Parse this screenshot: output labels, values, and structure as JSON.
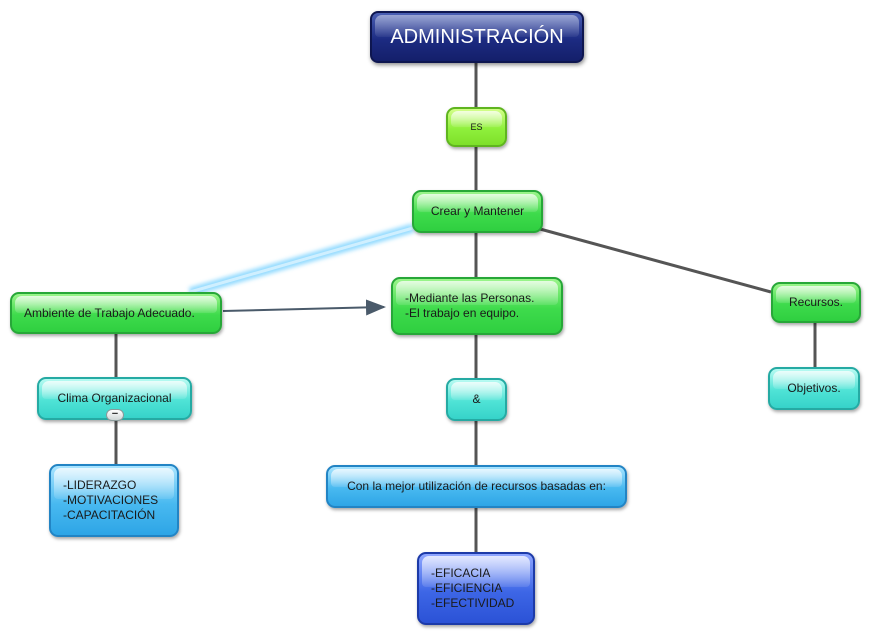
{
  "diagram": {
    "nodes": [
      {
        "id": "admin",
        "text": "ADMINISTRACIÓN",
        "style": "navy"
      },
      {
        "id": "es",
        "text": "ES",
        "style": "lime"
      },
      {
        "id": "crear",
        "text": "Crear y Mantener",
        "style": "green"
      },
      {
        "id": "ambiente",
        "text": "Ambiente de Trabajo Adecuado.",
        "style": "green"
      },
      {
        "id": "mediante",
        "text": "-Mediante las Personas.\n-El trabajo en equipo.",
        "style": "green"
      },
      {
        "id": "recursos",
        "text": "Recursos.",
        "style": "green"
      },
      {
        "id": "clima",
        "text": "Clima Organizacional",
        "style": "cyan"
      },
      {
        "id": "amp",
        "text": "&",
        "style": "cyan"
      },
      {
        "id": "objetivos",
        "text": "Objetivos.",
        "style": "cyan"
      },
      {
        "id": "liderazgo",
        "text": "-LIDERAZGO\n-MOTIVACIONES\n-CAPACITACIÓN",
        "style": "sky"
      },
      {
        "id": "mejor",
        "text": "Con la mejor utilización de recursos basadas en:",
        "style": "sky"
      },
      {
        "id": "eficacia",
        "text": "-EFICACIA\n-EFICIENCIA\n-EFECTIVIDAD",
        "style": "blue"
      }
    ],
    "collapse_symbol": "−",
    "colors": {
      "navy": "#1c2b82",
      "green": "#3edb4c",
      "lime": "#8ff03c",
      "cyan": "#4fe3d6",
      "sky": "#48b9f0",
      "blue": "#3d66e6",
      "connector": "#555555",
      "highlight": "#7fd4ff"
    }
  }
}
